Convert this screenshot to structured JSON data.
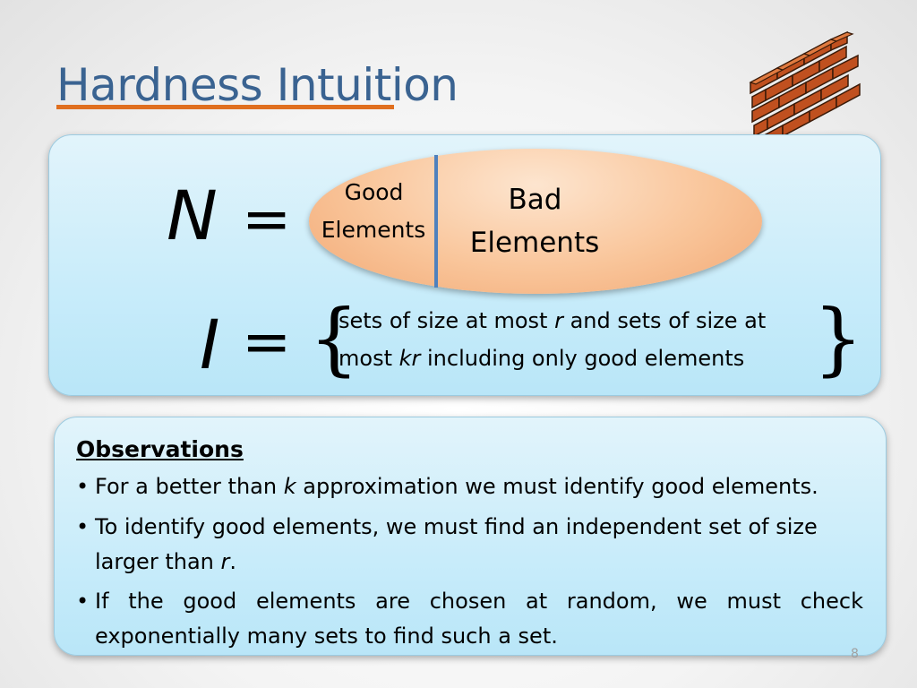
{
  "slide": {
    "title": "Hardness Intuition",
    "page_number": "8"
  },
  "definition": {
    "n_label": "N",
    "i_label": "I",
    "equals": "=",
    "good_elements_1": "Good",
    "good_elements_2": "Elements",
    "bad_elements_1": "Bad",
    "bad_elements_2": "Elements",
    "open_brace": "{",
    "close_brace": "}",
    "set_line1_a": "sets of size at most ",
    "set_line1_r": "r",
    "set_line1_b": " and sets of size at",
    "set_line2_a": "most ",
    "set_line2_kr": "kr",
    "set_line2_b": " including only good elements"
  },
  "observations": {
    "heading": "Observations",
    "bullet": "•",
    "b1_a": "For a better than ",
    "b1_k": "k",
    "b1_b": " approximation we must identify good elements.",
    "b2_line1": "To identify good elements, we must find an independent set of size",
    "b2_line2_a": "larger than ",
    "b2_r": "r",
    "b2_line2_b": ".",
    "b3_line1": "If the good elements are chosen at random, we must check",
    "b3_line2": "exponentially many sets to find such a set."
  },
  "colors": {
    "title": "#3a6391",
    "underline": "#e06f1f",
    "box_fill": "#c8ecfa",
    "ellipse_fill": "#f9c59a",
    "divider": "#4f81bd",
    "brick": "#c0501f"
  },
  "icons": [
    "brick-wall-icon"
  ]
}
